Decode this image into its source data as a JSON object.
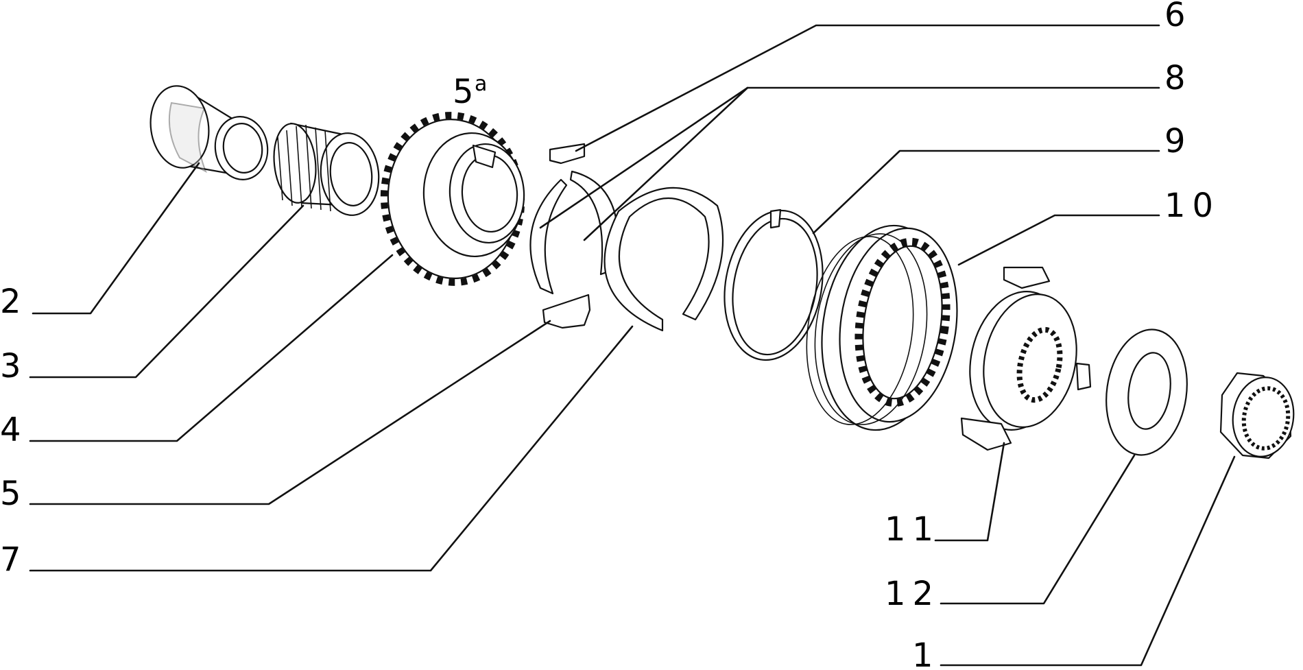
{
  "labels": {
    "l1": "1",
    "l2": "2",
    "l3": "3",
    "l4": "4",
    "l5": "5",
    "l5a_main": "5",
    "l5a_sup": "a",
    "l6": "6",
    "l7": "7",
    "l8": "8",
    "l9": "9",
    "l10": "10",
    "l11": "11",
    "l12": "12"
  }
}
